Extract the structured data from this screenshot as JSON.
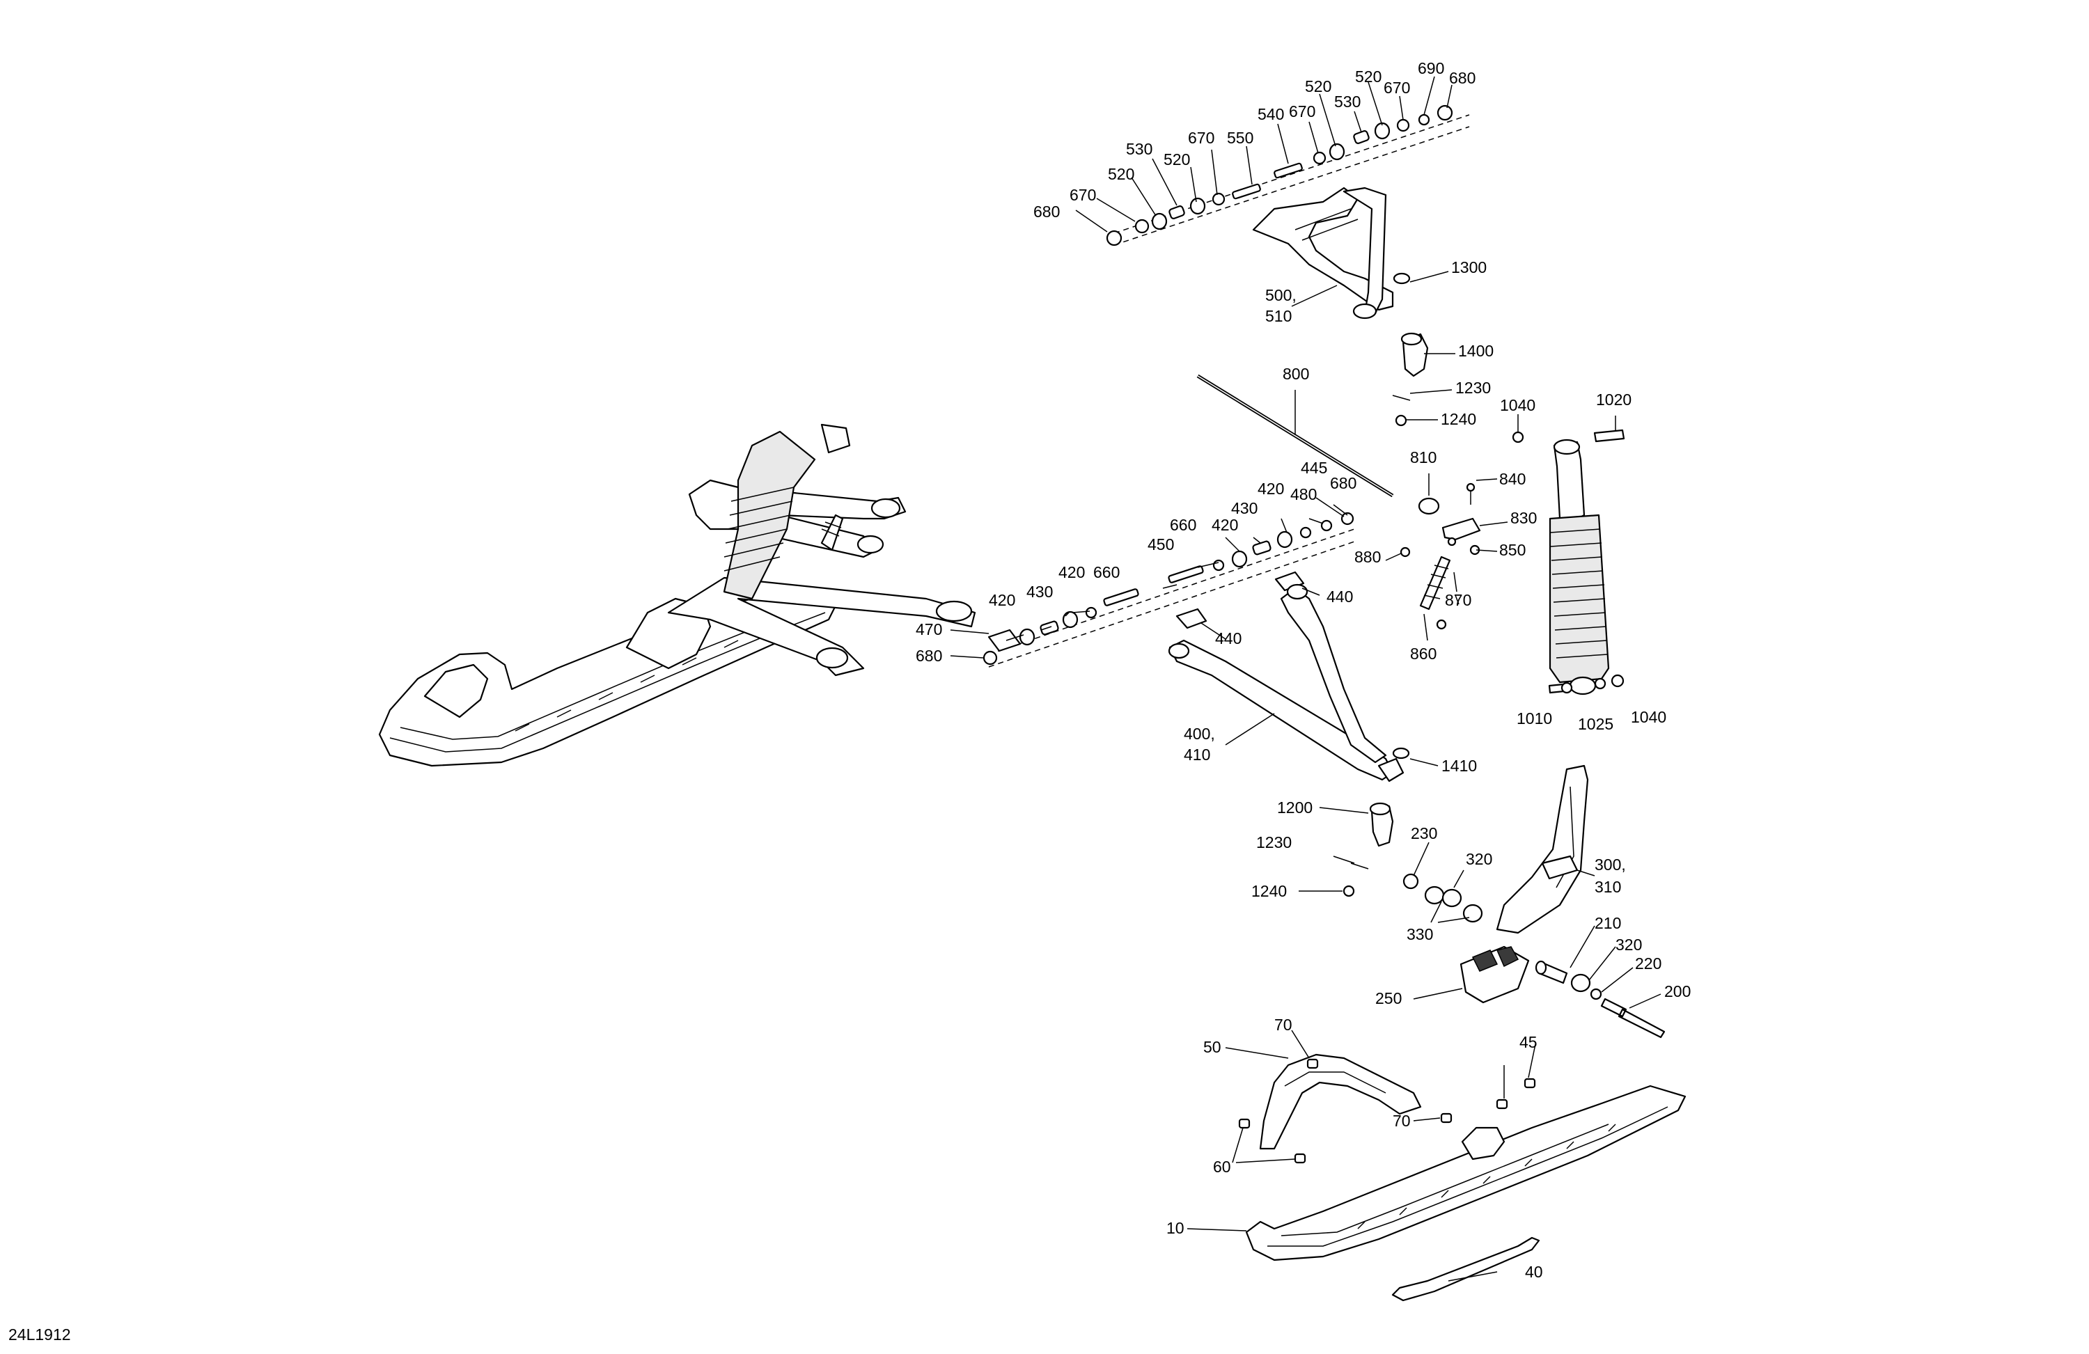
{
  "drawing_code": "24L1912",
  "callouts": {
    "c680a": "680",
    "c670a": "670",
    "c520a": "520",
    "c530a": "530",
    "c520b": "520",
    "c670b": "670",
    "c550": "550",
    "c540": "540",
    "c670c": "670",
    "c520c": "520",
    "c530b": "530",
    "c520d": "520",
    "c670d": "670",
    "c690": "690",
    "c680b": "680",
    "c1300": "1300",
    "c500": "500,",
    "c510": "510",
    "c1400": "1400",
    "c800": "800",
    "c1230a": "1230",
    "c1240a": "1240",
    "c1040a": "1040",
    "c1020": "1020",
    "c810": "810",
    "c840": "840",
    "c830": "830",
    "c850": "850",
    "c880": "880",
    "c870": "870",
    "c860": "860",
    "c445": "445",
    "c680c": "680",
    "c420a": "420",
    "c480": "480",
    "c430a": "430",
    "c420b": "420",
    "c660a": "660",
    "c450": "450",
    "c420c": "420",
    "c660b": "660",
    "c430b": "430",
    "c420d": "420",
    "c470": "470",
    "c680d": "680",
    "c440a": "440",
    "c440b": "440",
    "c400": "400,",
    "c410": "410",
    "c1410": "1410",
    "c1010": "1010",
    "c1025": "1025",
    "c1040b": "1040",
    "c1200": "1200",
    "c1230b": "1230",
    "c1240b": "1240",
    "c230": "230",
    "c320a": "320",
    "c300": "300,",
    "c310": "310",
    "c330": "330",
    "c210": "210",
    "c320b": "320",
    "c220": "220",
    "c200": "200",
    "c250": "250",
    "c70a": "70",
    "c50": "50",
    "c45": "45",
    "c70b": "70",
    "c60": "60",
    "c10": "10",
    "c40": "40"
  },
  "colors": {
    "line": "#000000",
    "background": "#ffffff",
    "shade": "#3a3a3a"
  }
}
